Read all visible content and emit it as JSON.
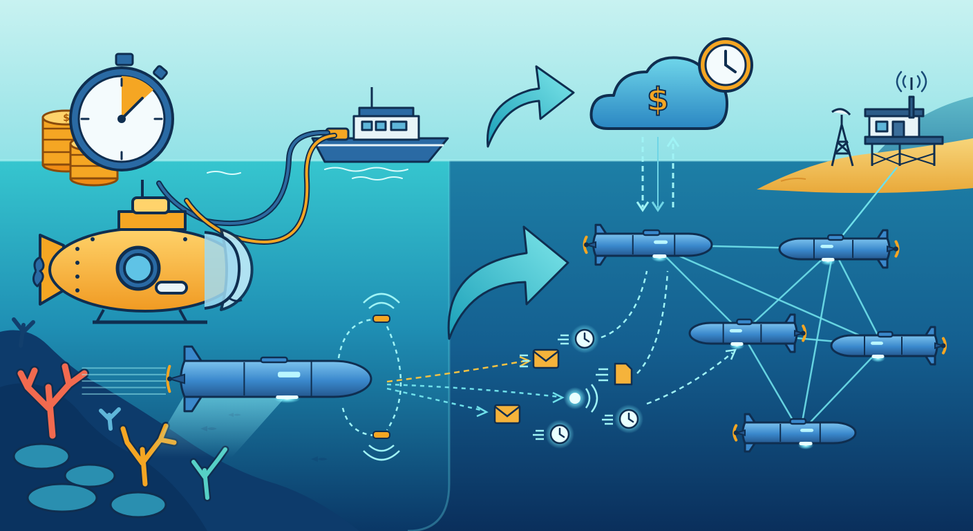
{
  "scene": {
    "left_panel": "traditional-tethered-operations",
    "right_panel": "autonomous-underwater-vehicle-network"
  },
  "labels": {
    "currency_symbol": "$"
  },
  "icons": {
    "cost": "coin-stack-icon",
    "time": "stopwatch-icon",
    "cloud": "cloud-icon",
    "schedule": "clock-icon",
    "message": "envelope-icon",
    "document": "document-icon",
    "signal": "signal-icon",
    "ship": "support-ship-icon",
    "submersible": "manned-submersible-icon",
    "auv": "auv-icon",
    "shore_station": "shore-station-icon",
    "antenna": "antenna-tower-icon",
    "arrow": "curved-arrow-icon"
  },
  "colors": {
    "sky_top": "#bfeff0",
    "sky_bottom": "#8fe0e6",
    "water_light": "#33c3cf",
    "water_deep": "#0a3a6a",
    "submarine_yellow": "#f6b73c",
    "auv_blue": "#3b8ad0",
    "glow": "#7ff3ff",
    "coin": "#f5a623",
    "sand": "#f3c35a"
  },
  "network": {
    "auv_count": 5,
    "links": [
      [
        0,
        1
      ],
      [
        0,
        2
      ],
      [
        0,
        3
      ],
      [
        1,
        2
      ],
      [
        1,
        3
      ],
      [
        1,
        4
      ],
      [
        2,
        4
      ],
      [
        3,
        4
      ],
      [
        2,
        3
      ],
      [
        1,
        5
      ]
    ]
  }
}
